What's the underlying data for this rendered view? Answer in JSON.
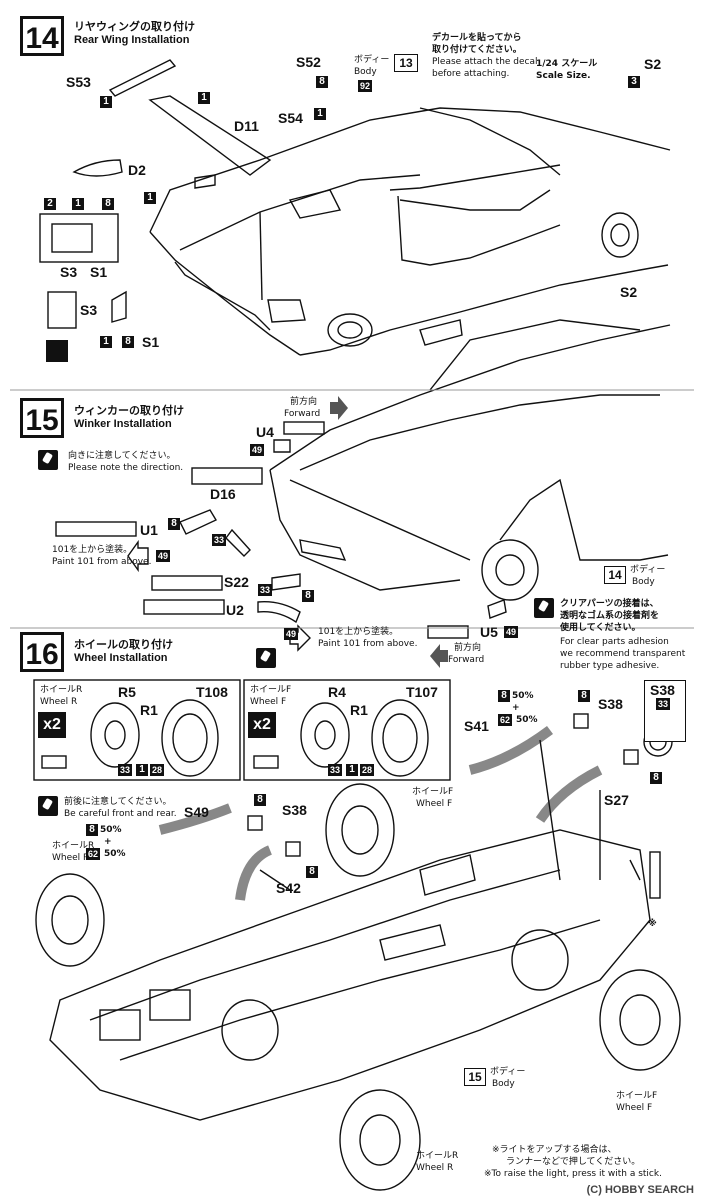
{
  "step14": {
    "num": "14",
    "title_jp": "リヤウィングの取り付け",
    "title_en": "Rear Wing Installation",
    "decal_note_jp_1": "デカールを貼ってから",
    "decal_note_jp_2": "取り付けてください。",
    "decal_note_en_1": "Please attach the decal",
    "decal_note_en_2": "before attaching.",
    "scale_jp": "1/24 スケール",
    "scale_en": "Scale Size.",
    "body_jp": "ボディー",
    "body_en": "Body",
    "ref_box": "13",
    "parts": {
      "s53": "S53",
      "s52": "S52",
      "s54": "S54",
      "d11": "D11",
      "d2": "D2",
      "s3a": "S3",
      "s1a": "S1",
      "s3b": "S3",
      "s1b": "S1",
      "s2a": "S2",
      "s2b": "S2"
    },
    "colors": {
      "c1": "1",
      "c2": "2",
      "c3": "3",
      "c8": "8",
      "c92": "92"
    }
  },
  "step15": {
    "num": "15",
    "title_jp": "ウィンカーの取り付け",
    "title_en": "Winker Installation",
    "note_jp": "向きに注意してください。",
    "note_en": "Please note the direction.",
    "forward_jp": "前方向",
    "forward_en": "Forward",
    "paint_jp_1": "101を上から塗装。",
    "paint_en_1": "Paint 101 from above.",
    "clear_jp_1": "クリアパーツの接着は、",
    "clear_jp_2": "透明なゴム系の接着剤を",
    "clear_jp_3": "使用してください。",
    "clear_en_1": "For clear parts adhesion",
    "clear_en_2": "we recommend transparent",
    "clear_en_3": "rubber type adhesive.",
    "body_ref": "14",
    "body_jp": "ボディー",
    "body_en": "Body",
    "parts": {
      "u4": "U4",
      "u1": "U1",
      "u2": "U2",
      "u5": "U5",
      "d16": "D16",
      "s22": "S22"
    },
    "colors": {
      "c49": "49",
      "c8": "8",
      "c33": "33",
      "c101": "101"
    }
  },
  "step16": {
    "num": "16",
    "title_jp": "ホイールの取り付け",
    "title_en": "Wheel Installation",
    "wheel_r_jp": "ホイールR",
    "wheel_r_en": "Wheel R",
    "wheel_f_jp": "ホイールF",
    "wheel_f_en": "Wheel F",
    "x2": "x2",
    "parts": {
      "r5": "R5",
      "r1a": "R1",
      "t108": "T108",
      "r4": "R4",
      "r1b": "R1",
      "t107": "T107",
      "s41": "S41",
      "s38a": "S38",
      "s38b": "S38",
      "s27": "S27",
      "s49": "S49",
      "s42": "S42",
      "s38c": "S38"
    },
    "mix_a": "50%",
    "mix_plus": "+",
    "mix_b": "50%",
    "front_rear_jp": "前後に注意してください。",
    "front_rear_en": "Be careful front and rear.",
    "body_ref": "15",
    "body_jp": "ボディー",
    "body_en": "Body",
    "light_jp_1": "※ライトをアップする場合は、",
    "light_jp_2": "ランナーなどで押してください。",
    "light_en": "※To raise the light, press it with a stick.",
    "asterisk": "※",
    "colors": {
      "c33": "33",
      "c1": "1",
      "c28": "28",
      "c8": "8",
      "c62": "62"
    }
  },
  "watermark": "(C) HOBBY SEARCH"
}
